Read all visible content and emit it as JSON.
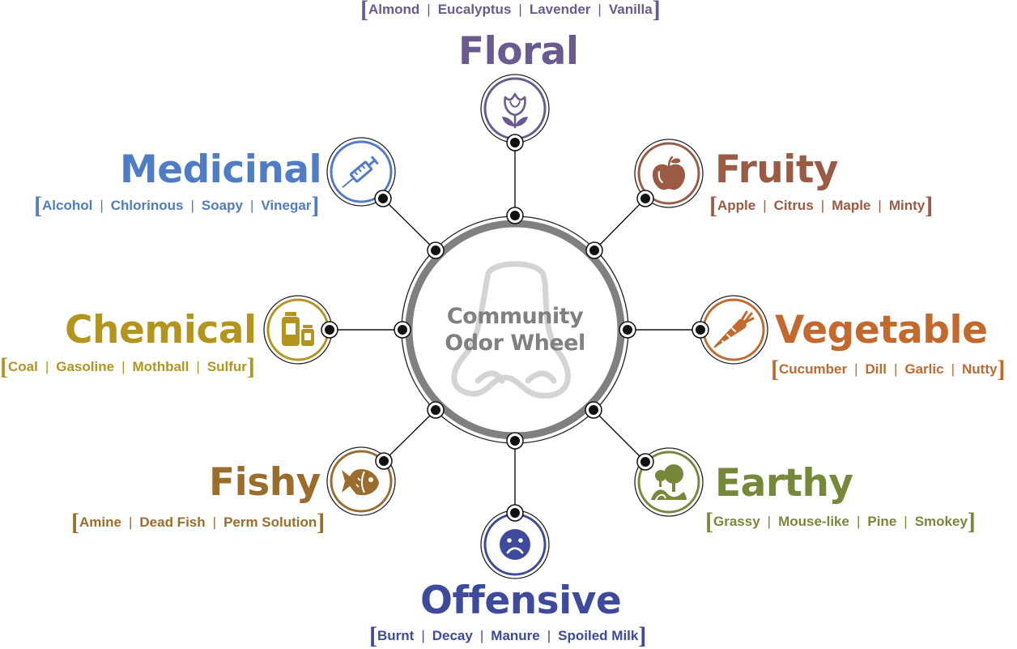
{
  "center": {
    "line1": "Community",
    "line2": "Odor Wheel"
  },
  "colors": {
    "floral": "#6a5a8f",
    "fruity": "#9a5a44",
    "vegetable": "#c4692d",
    "earthy": "#76883a",
    "offensive": "#3e4a9c",
    "fishy": "#9a6d2d",
    "chemical": "#b3951e",
    "medicinal": "#4f7cc4",
    "ring": "#808080"
  },
  "categories": [
    {
      "key": "floral",
      "label": "Floral",
      "icon": "tulip-icon",
      "subs": [
        "Almond",
        "Eucalyptus",
        "Lavender",
        "Vanilla"
      ]
    },
    {
      "key": "fruity",
      "label": "Fruity",
      "icon": "apple-icon",
      "subs": [
        "Apple",
        "Citrus",
        "Maple",
        "Minty"
      ]
    },
    {
      "key": "vegetable",
      "label": "Vegetable",
      "icon": "carrot-icon",
      "subs": [
        "Cucumber",
        "Dill",
        "Garlic",
        "Nutty"
      ]
    },
    {
      "key": "earthy",
      "label": "Earthy",
      "icon": "trees-icon",
      "subs": [
        "Grassy",
        "Mouse-like",
        "Pine",
        "Smokey"
      ]
    },
    {
      "key": "offensive",
      "label": "Offensive",
      "icon": "sad-face-icon",
      "subs": [
        "Burnt",
        "Decay",
        "Manure",
        "Spoiled Milk"
      ]
    },
    {
      "key": "fishy",
      "label": "Fishy",
      "icon": "fish-icon",
      "subs": [
        "Amine",
        "Dead Fish",
        "Perm Solution"
      ]
    },
    {
      "key": "chemical",
      "label": "Chemical",
      "icon": "chemical-bottles-icon",
      "subs": [
        "Coal",
        "Gasoline",
        "Mothball",
        "Sulfur"
      ]
    },
    {
      "key": "medicinal",
      "label": "Medicinal",
      "icon": "syringe-icon",
      "subs": [
        "Alcohol",
        "Chlorinous",
        "Soapy",
        "Vinegar"
      ]
    }
  ]
}
